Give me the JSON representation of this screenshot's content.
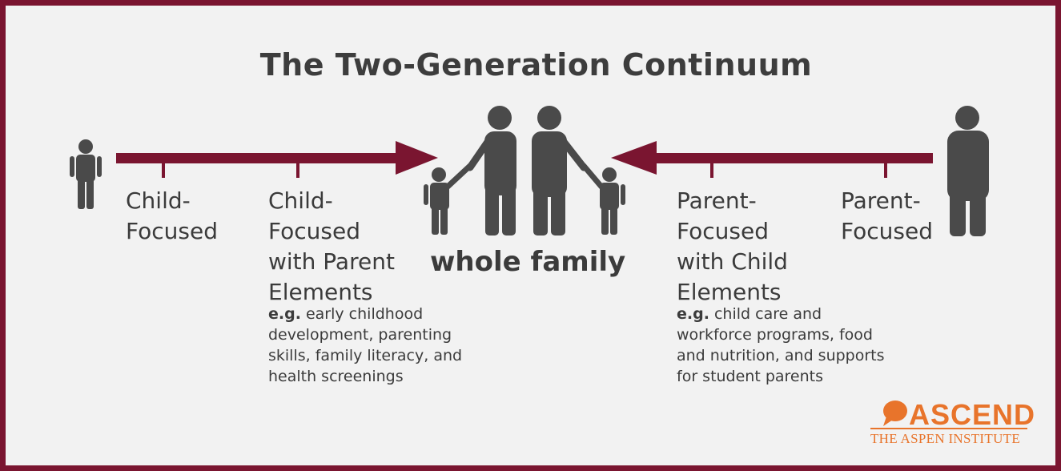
{
  "title": "The Two-Generation Continuum",
  "colors": {
    "frame": "#7a1530",
    "arrow": "#7a1530",
    "figure": "#4a4a4a",
    "text": "#3b3b3b",
    "logo": "#e8742b",
    "background": "#f2f2f2"
  },
  "labels": {
    "child_focused": [
      "Child-",
      "Focused"
    ],
    "child_focused_parent": [
      "Child-",
      "Focused",
      "with Parent",
      "Elements"
    ],
    "whole_family": "whole family",
    "parent_focused_child": [
      "Parent-",
      "Focused",
      "with Child",
      "Elements"
    ],
    "parent_focused": [
      "Parent-",
      "Focused"
    ]
  },
  "examples": {
    "left": {
      "prefix": "e.g.",
      "lines": [
        " early childhood",
        "development, parenting",
        "skills, family literacy, and",
        "health screenings"
      ]
    },
    "right": {
      "prefix": "e.g.",
      "lines": [
        " child care and",
        "workforce programs, food",
        "and nutrition, and supports",
        "for student parents"
      ]
    }
  },
  "logo": {
    "name": "ASCEND",
    "subtitle": "THE ASPEN INSTITUTE",
    "icon": "speech-bubble-icon"
  }
}
